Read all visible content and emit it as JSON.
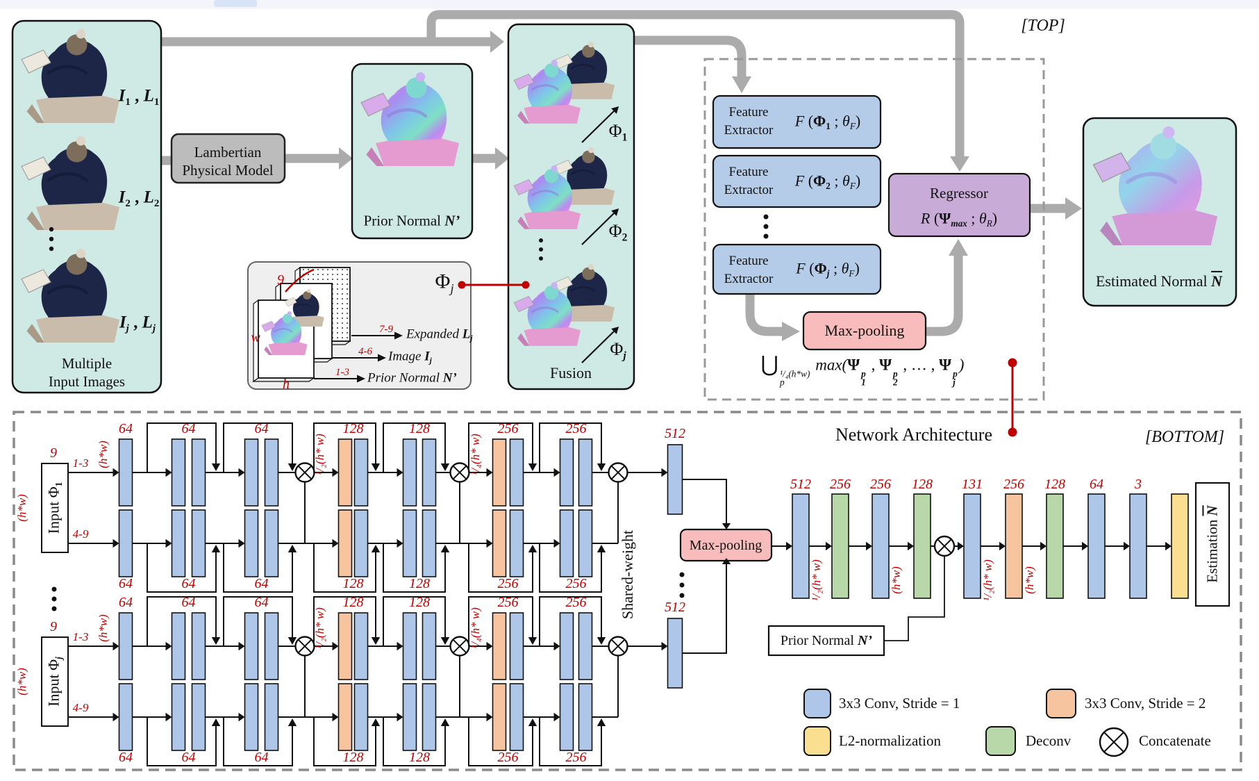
{
  "colors": {
    "conv1": "#aec6e8",
    "conv2": "#f6c49f",
    "deconv": "#b9d8a9",
    "l2": "#fbdf90",
    "panel": "#cfe9e4",
    "fe_box": "#b5cce9",
    "regressor": "#c9abd8",
    "maxpool": "#f9bcbc",
    "lambertian": "#bcbcbc",
    "stack_box": "#efefef",
    "red": "#c00000",
    "arrow_gray": "#ababab"
  },
  "header": {
    "top_tag": "[TOP]",
    "bottom_tag": "[BOTTOM]"
  },
  "input_panel": {
    "caption1": "Multiple",
    "caption2": "Input Images",
    "items": [
      [
        [
          "I",
          "bi"
        ],
        [
          "1",
          "subb"
        ],
        [
          " , ",
          "b"
        ],
        [
          "L",
          "bi"
        ],
        [
          "1",
          "subb"
        ]
      ],
      [
        [
          "I",
          "bi"
        ],
        [
          "2",
          "subb"
        ],
        [
          " , ",
          "b"
        ],
        [
          "L",
          "bi"
        ],
        [
          "2",
          "subb"
        ]
      ],
      [
        [
          "I",
          "bi"
        ],
        [
          "j",
          "subbi"
        ],
        [
          " , ",
          "b"
        ],
        [
          "L",
          "bi"
        ],
        [
          "j",
          "subbi"
        ]
      ]
    ]
  },
  "lambertian": {
    "line1": "Lambertian",
    "line2": "Physical Model"
  },
  "prior_panel": {
    "caption": [
      [
        "Prior Normal  ",
        "n"
      ],
      [
        "N’",
        "bi"
      ]
    ]
  },
  "stack_box": {
    "nine": "9",
    "w": "w",
    "h": "h",
    "rows": [
      {
        "range": "7-9",
        "label": [
          [
            "Expanded  ",
            "i"
          ],
          [
            "L",
            "bi"
          ],
          [
            "j",
            "subbi"
          ]
        ]
      },
      {
        "range": "4-6",
        "label": [
          [
            "Image ",
            "i"
          ],
          [
            "I",
            "bi"
          ],
          [
            "j",
            "subbi"
          ]
        ]
      },
      {
        "range": "1-3",
        "label": [
          [
            "Prior Normal ",
            "i"
          ],
          [
            "N’",
            "bi"
          ]
        ]
      }
    ],
    "phi": [
      [
        "Φ",
        "n"
      ],
      [
        "j",
        "subi"
      ]
    ]
  },
  "fusion_panel": {
    "caption": "Fusion",
    "phis": [
      [
        [
          "Φ",
          "n"
        ],
        [
          "1",
          "subb"
        ]
      ],
      [
        [
          "Φ",
          "n"
        ],
        [
          "2",
          "subb"
        ]
      ],
      [
        [
          "Φ",
          "n"
        ],
        [
          "j",
          "subbi"
        ]
      ]
    ]
  },
  "feature_extractors": {
    "label1": "Feature",
    "label2": "Extractor",
    "formulas": [
      [
        [
          "F ",
          "i"
        ],
        [
          "(",
          "n"
        ],
        [
          "Φ",
          "b"
        ],
        [
          "1",
          "subb"
        ],
        [
          " ; ",
          "n"
        ],
        [
          "θ",
          "i"
        ],
        [
          "F",
          "subi"
        ],
        [
          ")",
          "n"
        ]
      ],
      [
        [
          "F ",
          "i"
        ],
        [
          "(",
          "n"
        ],
        [
          "Φ",
          "b"
        ],
        [
          "2",
          "subb"
        ],
        [
          " ; ",
          "n"
        ],
        [
          "θ",
          "i"
        ],
        [
          "F",
          "subi"
        ],
        [
          ")",
          "n"
        ]
      ],
      [
        [
          "F ",
          "i"
        ],
        [
          "(",
          "n"
        ],
        [
          "Φ",
          "b"
        ],
        [
          "j",
          "subbi"
        ],
        [
          " ; ",
          "n"
        ],
        [
          "θ",
          "i"
        ],
        [
          "F",
          "subi"
        ],
        [
          ")",
          "n"
        ]
      ]
    ]
  },
  "regressor": {
    "title": "Regressor",
    "formula": [
      [
        "R ",
        "i"
      ],
      [
        "(",
        "n"
      ],
      [
        "Ψ",
        "b"
      ],
      [
        "max",
        "subbi"
      ],
      [
        " ; ",
        "n"
      ],
      [
        "θ",
        "i"
      ],
      [
        "R",
        "subi"
      ],
      [
        ")",
        "n"
      ]
    ]
  },
  "maxpool_top": "Max-pooling",
  "union_formula": [
    [
      "⋃",
      "u"
    ],
    [
      "¹/₄(h*w)|p",
      "stack"
    ],
    [
      " max",
      "i"
    ],
    [
      "(",
      "i"
    ],
    [
      "Ψ",
      "b"
    ],
    [
      "p|1",
      "stackb"
    ],
    [
      " , ",
      "n"
    ],
    [
      "Ψ",
      "b"
    ],
    [
      "p|2",
      "stackb"
    ],
    [
      " , … , ",
      "n"
    ],
    [
      "Ψ",
      "b"
    ],
    [
      "p|j",
      "stackb"
    ],
    [
      ")",
      "i"
    ]
  ],
  "estimated_panel": {
    "caption": [
      [
        "Estimated Normal  ",
        "n"
      ],
      [
        "N",
        "biol"
      ]
    ]
  },
  "bottom": {
    "title": "Network Architecture",
    "maxpool": "Max-pooling",
    "shared_weight": "Shared-weight",
    "branches": [
      {
        "nine": "9",
        "hw": "(h*w)",
        "input_label": [
          [
            "Input Φ",
            "n"
          ],
          [
            "1",
            "subb"
          ]
        ],
        "r1": "1-3",
        "r2": "4-9"
      },
      {
        "nine": "9",
        "hw": "(h*w)",
        "input_label": [
          [
            "Input Φ",
            "n"
          ],
          [
            "j",
            "subbi"
          ]
        ],
        "r1": "1-3",
        "r2": "4-9"
      }
    ],
    "encoder_stages": [
      {
        "label": "64",
        "types": [
          "conv1"
        ],
        "dim": "(h*w)"
      },
      {
        "label": "64",
        "types": [
          "conv1",
          "conv1"
        ],
        "skip": true
      },
      {
        "label": "64",
        "types": [
          "conv1",
          "conv1"
        ],
        "skip": true,
        "concat_after": true
      },
      {
        "label": "128",
        "types": [
          "conv2",
          "conv1"
        ],
        "skip": true,
        "dim": "¹/₂(h* w)"
      },
      {
        "label": "128",
        "types": [
          "conv1",
          "conv1"
        ],
        "skip": true,
        "concat_after": true
      },
      {
        "label": "256",
        "types": [
          "conv2",
          "conv1"
        ],
        "skip": true,
        "dim": "¹/₄(h* w)"
      },
      {
        "label": "256",
        "types": [
          "conv1",
          "conv1"
        ],
        "skip": true,
        "concat_after": true
      }
    ],
    "trunk_label": "512",
    "decoder": [
      {
        "label": "512",
        "type": "conv1",
        "dim": "¹/₂(h* w)"
      },
      {
        "label": "256",
        "type": "deconv"
      },
      {
        "label": "256",
        "type": "conv1",
        "dim": "(h*w)"
      },
      {
        "label": "128",
        "type": "deconv"
      },
      {
        "type": "concat"
      },
      {
        "label": "131",
        "type": "conv1",
        "dim": "¹/₂(h* w)"
      },
      {
        "label": "256",
        "type": "conv2",
        "dim": "(h*w)"
      },
      {
        "label": "128",
        "type": "deconv"
      },
      {
        "label": "64",
        "type": "conv1"
      },
      {
        "label": "3",
        "type": "conv1"
      },
      {
        "type": "l2"
      }
    ],
    "prior_box": [
      [
        "Prior Normal  ",
        "n"
      ],
      [
        "N’",
        "bi"
      ]
    ],
    "estimation_box": [
      [
        "Estimation  ",
        "n"
      ],
      [
        "N",
        "biol"
      ]
    ],
    "legend": [
      {
        "type": "conv1",
        "label": "3x3 Conv, Stride = 1"
      },
      {
        "type": "conv2",
        "label": "3x3 Conv, Stride = 2"
      },
      {
        "type": "l2",
        "label": "L2-normalization"
      },
      {
        "type": "deconv",
        "label": "Deconv"
      },
      {
        "type": "concat",
        "label": "Concatenate"
      }
    ]
  }
}
